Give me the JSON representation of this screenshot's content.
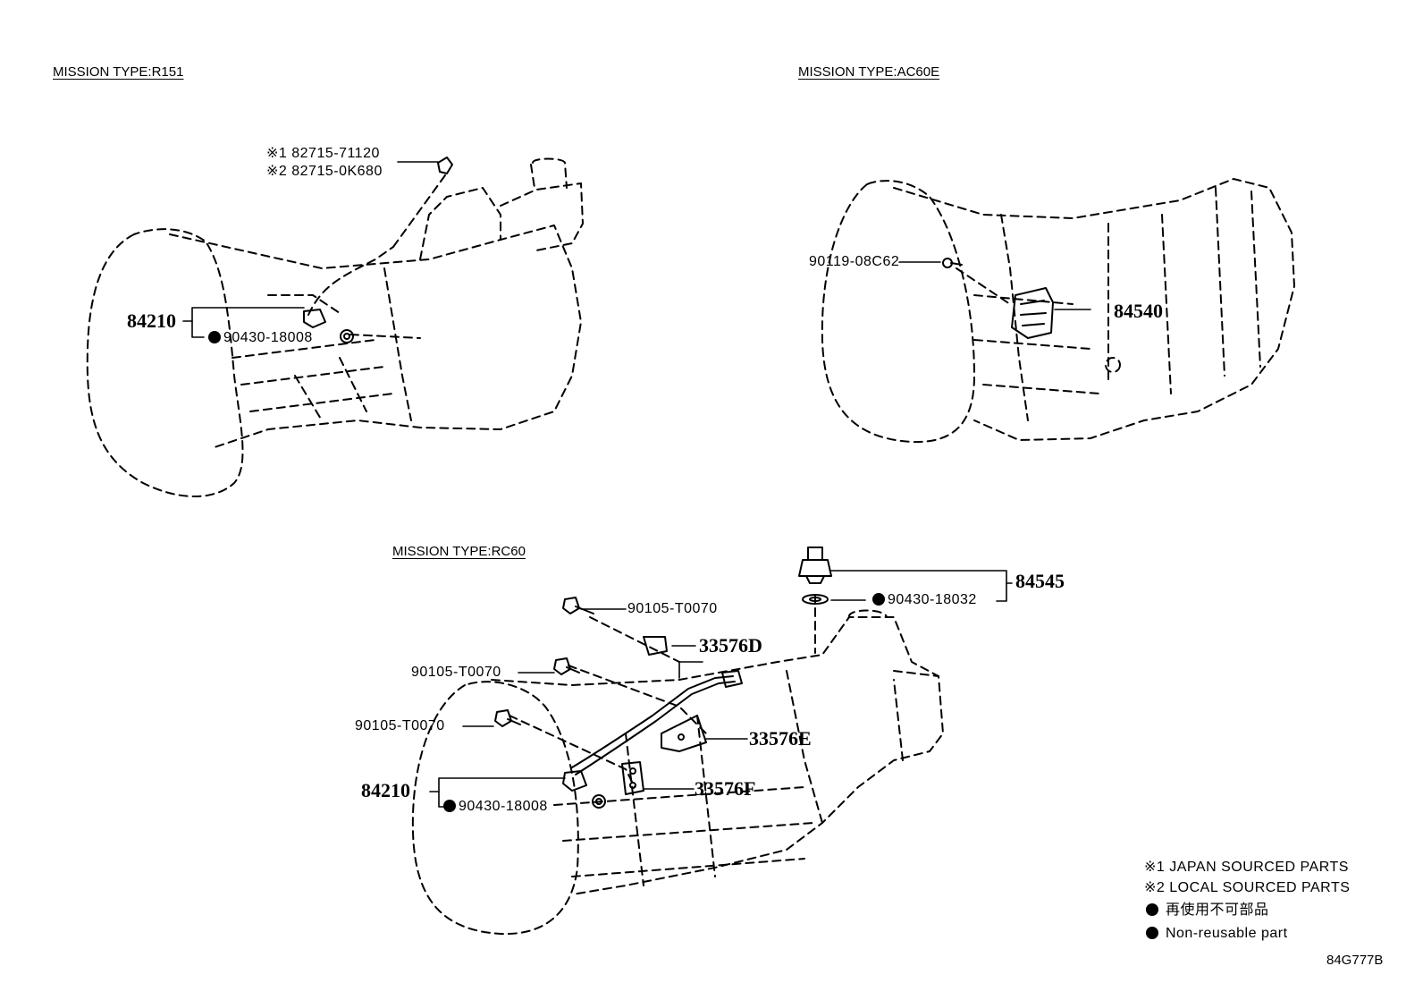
{
  "sections": {
    "r151_title": "MISSION TYPE:R151",
    "ac60e_title": "MISSION TYPE:AC60E",
    "rc60_title": "MISSION TYPE:RC60"
  },
  "r151": {
    "note1": "※1 82715-71120",
    "note2": "※2 82715-0K680",
    "part_84210": "84210",
    "part_90430": "90430-18008"
  },
  "ac60e": {
    "part_90119": "90119-08C62",
    "part_84540": "84540"
  },
  "rc60": {
    "part_90105_a": "90105-T0070",
    "part_90105_b": "90105-T0070",
    "part_90105_c": "90105-T0070",
    "part_33576d": "33576D",
    "part_33576e": "33576E",
    "part_33576f": "33576F",
    "part_84210": "84210",
    "part_90430_18008": "90430-18008",
    "part_84545": "84545",
    "part_90430_18032": "90430-18032"
  },
  "legend": {
    "l1": "※1 JAPAN SOURCED PARTS",
    "l2": "※2 LOCAL SOURCED PARTS",
    "l3": "再使用不可部品",
    "l4": "Non-reusable part"
  },
  "figure_code": "84G777B"
}
